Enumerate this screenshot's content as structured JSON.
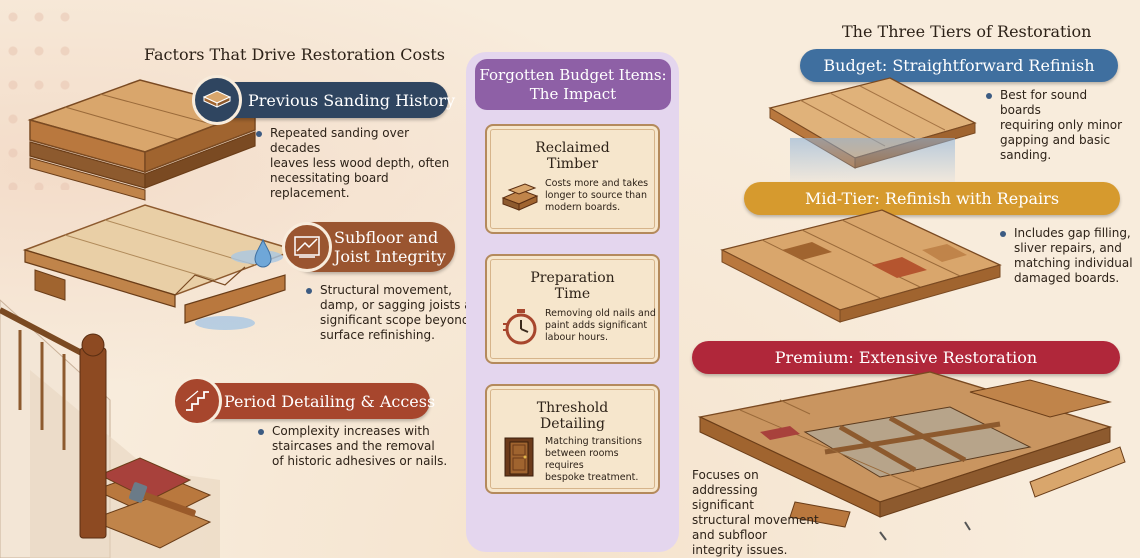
{
  "left": {
    "title": "Factors That Drive Restoration Costs",
    "factors": [
      {
        "label": "Previous Sanding History",
        "icon": "sanding-layers-icon",
        "color": "#2f4560",
        "desc": [
          "Repeated sanding over decades",
          "leaves less wood depth, often",
          "necessitating board replacement."
        ]
      },
      {
        "label": [
          "Subfloor and",
          "Joist Integrity"
        ],
        "icon": "subfloor-joist-icon",
        "color": "#9a5530",
        "desc": [
          "Structural movement,",
          "damp, or sagging joists add",
          "significant scope beyond",
          "surface refinishing."
        ]
      },
      {
        "label": "Period Detailing & Access",
        "icon": "staircase-icon",
        "color": "#a7462d",
        "desc": [
          "Complexity increases with",
          "staircases and the removal",
          "of historic adhesives or nails."
        ]
      }
    ]
  },
  "center": {
    "title": [
      "Forgotten Budget Items:",
      "The Impact"
    ],
    "items": [
      {
        "title": [
          "Reclaimed",
          "Timber"
        ],
        "icon": "timber-stack-icon",
        "desc": [
          "Costs more and takes",
          "longer to source than",
          "modern boards."
        ]
      },
      {
        "title": [
          "Preparation",
          "Time"
        ],
        "icon": "stopwatch-icon",
        "desc": [
          "Removing old nails and",
          "paint adds significant",
          "labour hours."
        ]
      },
      {
        "title": [
          "Threshold",
          "Detailing"
        ],
        "icon": "doorway-icon",
        "desc": [
          "Matching transitions",
          "between rooms requires",
          "bespoke treatment."
        ]
      }
    ]
  },
  "right": {
    "title": "The Three Tiers of Restoration",
    "tiers": [
      {
        "label": "Budget: Straightforward Refinish",
        "color": "#3f6f9f",
        "desc": [
          "Best for sound boards",
          "requiring only minor",
          "gapping and basic",
          "sanding."
        ]
      },
      {
        "label": "Mid-Tier: Refinish with Repairs",
        "color": "#d69a2e",
        "desc": [
          "Includes gap filling,",
          "sliver repairs, and",
          "matching individual",
          "damaged boards."
        ]
      },
      {
        "label": "Premium: Extensive Restoration",
        "color": "#b0273a",
        "desc": [
          "Focuses on",
          "addressing significant",
          "structural movement",
          "and subfloor",
          "integrity issues."
        ]
      }
    ]
  },
  "palette": {
    "wood_light": "#d9a66c",
    "wood_mid": "#c0844a",
    "wood_dark": "#8d5a2e",
    "bullet_dot": "#3c5b82",
    "panel_purple": "#e4d6ee",
    "header_purple": "#8e60a6"
  }
}
